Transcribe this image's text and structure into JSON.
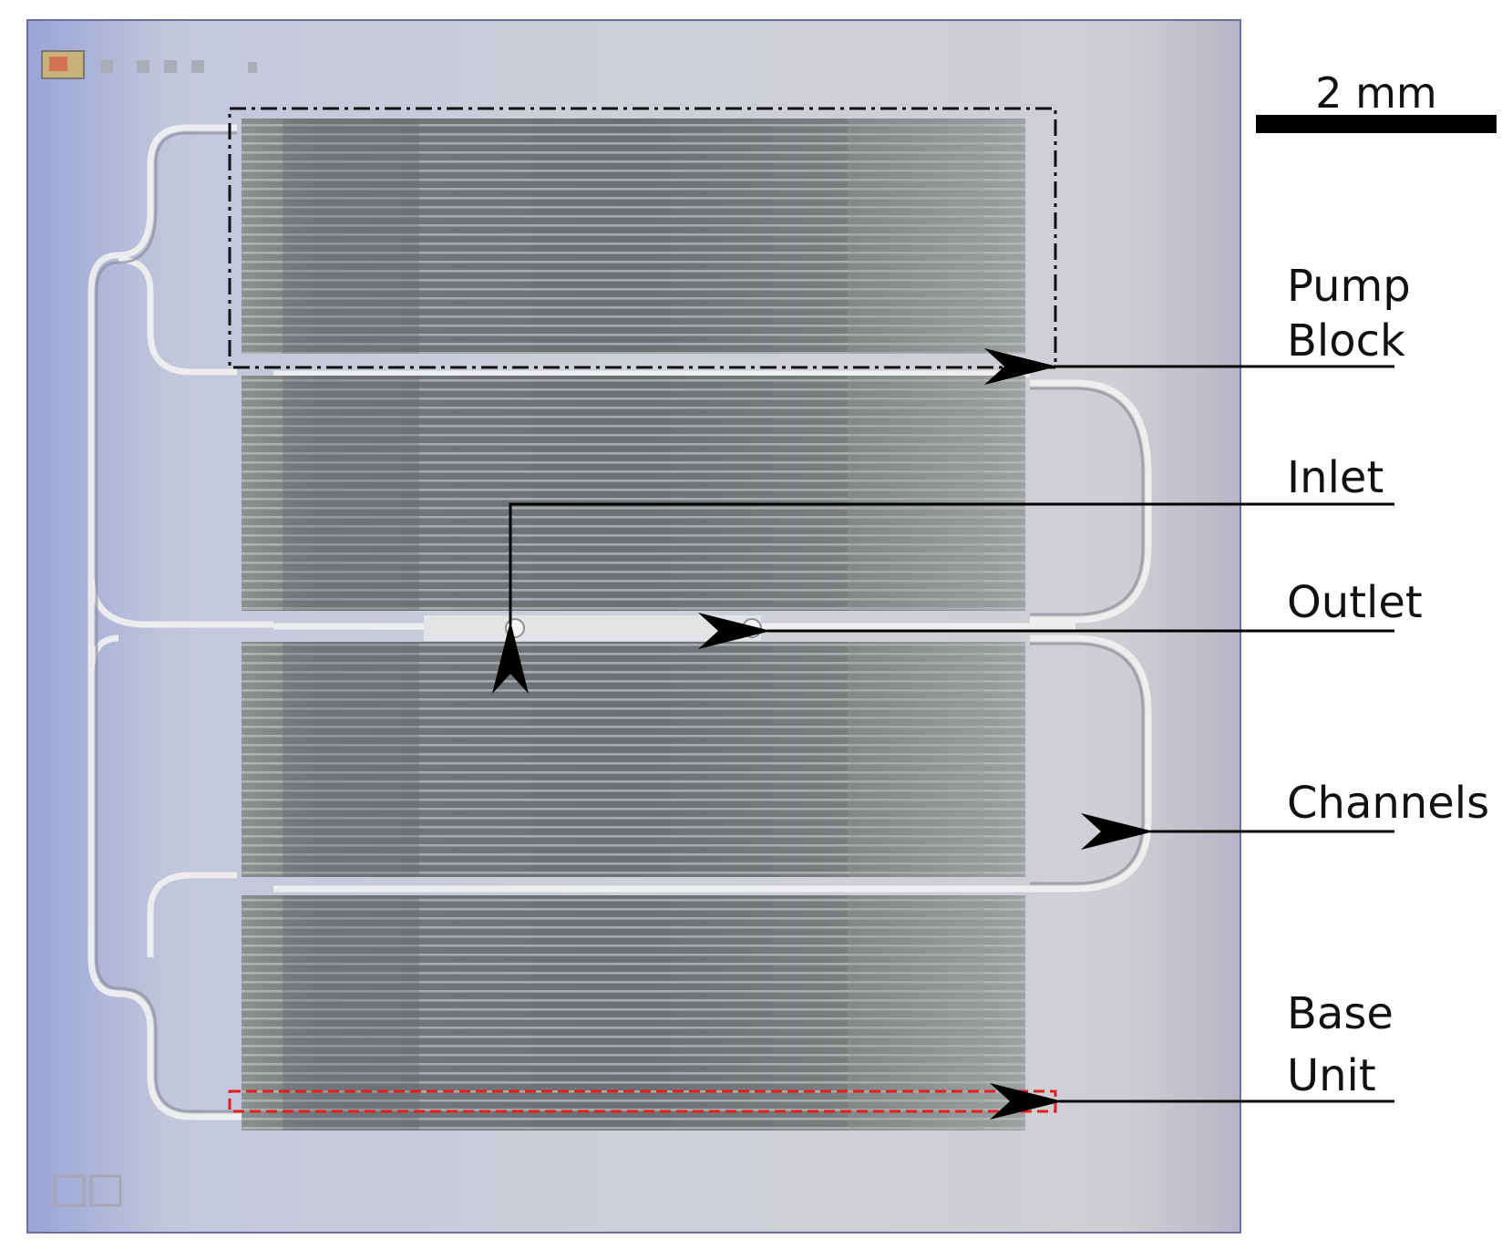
{
  "scale_bar": {
    "label": "2 mm"
  },
  "annotations": {
    "pump_block": {
      "line1": "Pump",
      "line2": "Block"
    },
    "inlet": "Inlet",
    "outlet": "Outlet",
    "channels": "Channels",
    "base_unit": {
      "line1": "Base",
      "line2": "Unit"
    }
  },
  "colors": {
    "chip_background": "#c9ccd8",
    "chip_edge_blue": "#8e9ad0",
    "channel_dark": "#6f7270",
    "channel_light": "#b4b6b6",
    "pump_block_outline": "#111111",
    "base_unit_outline": "#e02020"
  },
  "icons": {
    "arrow": "arrowhead"
  }
}
